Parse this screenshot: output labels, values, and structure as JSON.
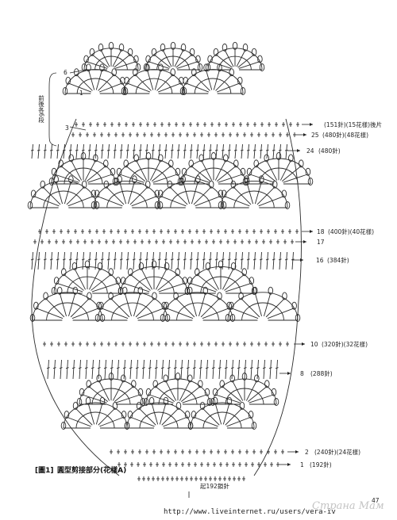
{
  "caption": {
    "label": "[圖1]",
    "text": "圓型剪接部分(花樣A)"
  },
  "side_labels": {
    "vertical_text": "前後各6段",
    "marker_6": "6",
    "marker_1": "1",
    "marker_3": "3"
  },
  "start_label": "起192鎖針",
  "watermark": "Страна Мам",
  "url_text": "http://www.liveinternet.ru/users/vera-iv",
  "page_number": "47",
  "row_labels": [
    {
      "row": "",
      "text": "(151針)(15花樣)後片"
    },
    {
      "row": "25",
      "text": "(480針)(48花樣)"
    },
    {
      "row": "24",
      "text": "(480針)"
    },
    {
      "row": "18",
      "text": "(400針)(40花樣)"
    },
    {
      "row": "17",
      "text": ""
    },
    {
      "row": "16",
      "text": "(384針)"
    },
    {
      "row": "10",
      "text": "(320針)(32花樣)"
    },
    {
      "row": "8",
      "text": "(288針)"
    },
    {
      "row": "2",
      "text": "(240針)(24花樣)"
    },
    {
      "row": "1",
      "text": "(192針)"
    }
  ]
}
